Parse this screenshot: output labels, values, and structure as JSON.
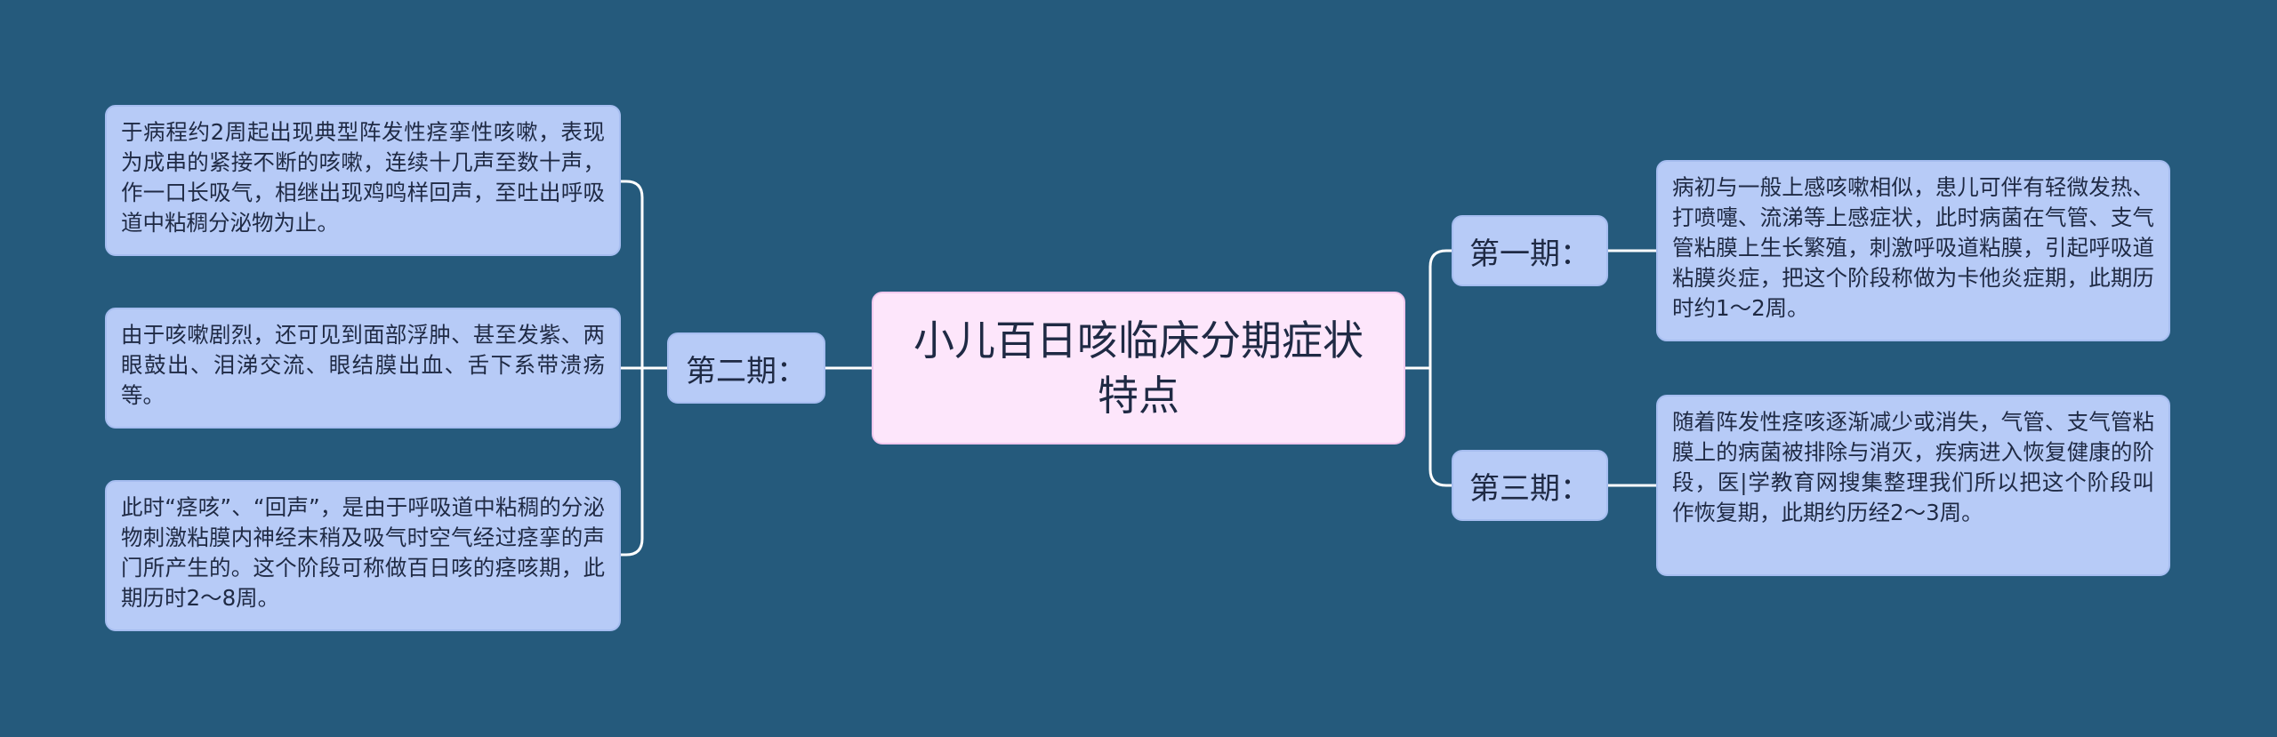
{
  "diagram": {
    "central": "小儿百日咳临床分期症状特点",
    "branches": [
      {
        "label": "第一期：",
        "leaves": [
          "病初与一般上感咳嗽相似，患儿可伴有轻微发热、打喷嚏、流涕等上感症状，此时病菌在气管、支气管粘膜上生长繁殖，刺激呼吸道粘膜，引起呼吸道粘膜炎症，把这个阶段称做为卡他炎症期，此期历时约1～2周。"
        ]
      },
      {
        "label": "第三期：",
        "leaves": [
          "随着阵发性痉咳逐渐减少或消失，气管、支气管粘膜上的病菌被排除与消灭，疾病进入恢复健康的阶段，医|学教育网搜集整理我们所以把这个阶段叫作恢复期，此期约历经2～3周。"
        ]
      },
      {
        "label": "第二期：",
        "leaves": [
          "于病程约2周起出现典型阵发性痉挛性咳嗽，表现为成串的紧接不断的咳嗽，连续十几声至数十声，作一口长吸气，相继出现鸡鸣样回声，至吐出呼吸道中粘稠分泌物为止。",
          "由于咳嗽剧烈，还可见到面部浮肿、甚至发紫、两眼鼓出、泪涕交流、眼结膜出血、舌下系带溃疡等。",
          "此时“痉咳”、“回声”，是由于呼吸道中粘稠的分泌物刺激粘膜内神经末稍及吸气时空气经过痉挛的声门所产生的。这个阶段可称做百日咳的痉咳期，此期历时2～8周。"
        ]
      }
    ]
  },
  "colors": {
    "background": "#255a7c",
    "central_fill": "#fde6fb",
    "node_fill": "#b7cbf7",
    "connector": "#ffffff"
  }
}
